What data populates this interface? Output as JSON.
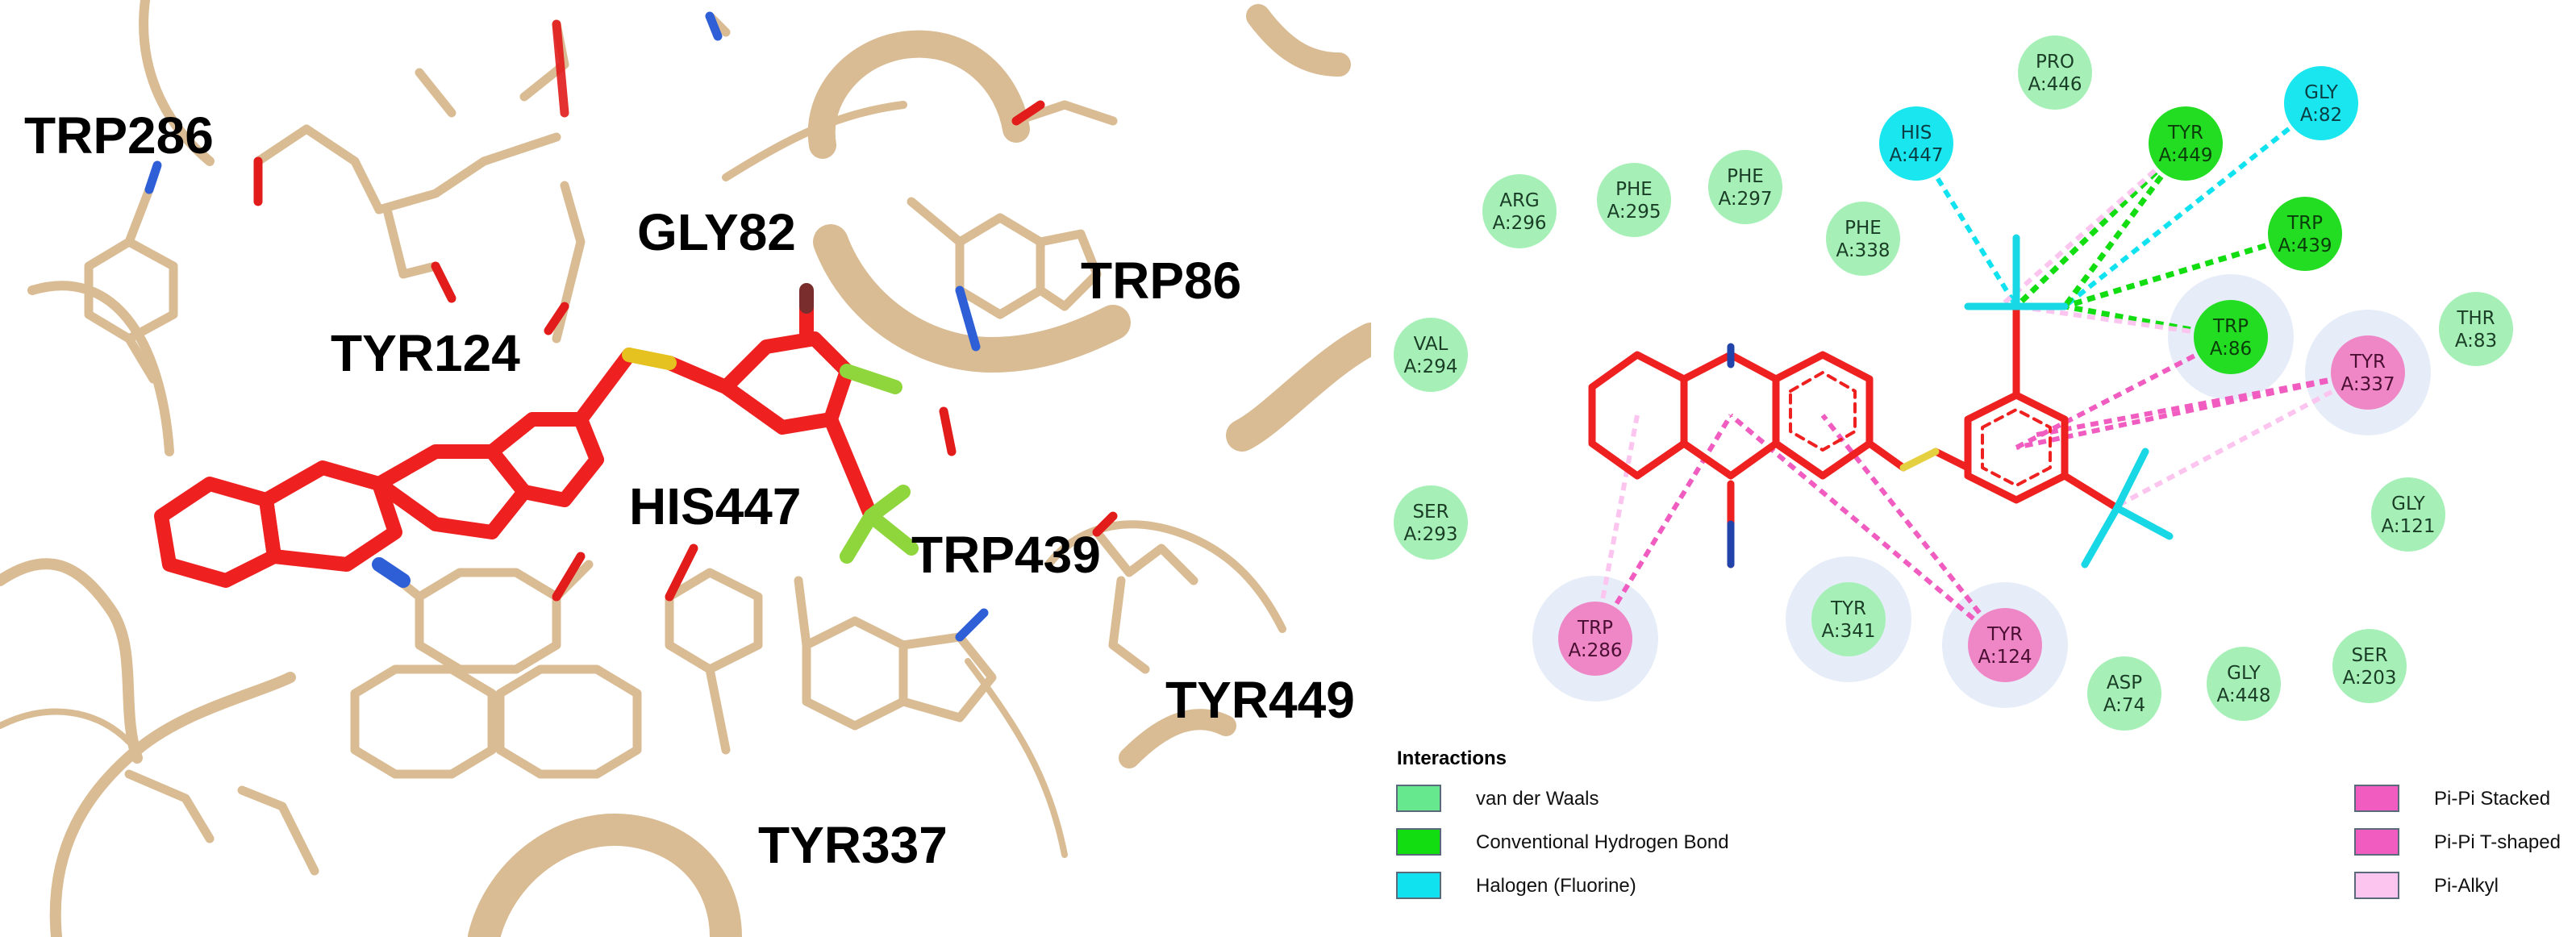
{
  "panel_3d": {
    "colors": {
      "protein": "#d9bc94",
      "ligand": "#ee2020",
      "nitrogen": "#2e5fd6",
      "oxygen": "#e21b1b",
      "sulfur": "#e5c21f",
      "fluorine": "#8fd63c",
      "label": "#000000"
    },
    "labels": [
      {
        "id": "trp286",
        "text": "TRP286"
      },
      {
        "id": "gly82",
        "text": "GLY82"
      },
      {
        "id": "trp86",
        "text": "TRP86"
      },
      {
        "id": "tyr124",
        "text": "TYR124"
      },
      {
        "id": "his447",
        "text": "HIS447"
      },
      {
        "id": "trp439",
        "text": "TRP439"
      },
      {
        "id": "tyr449",
        "text": "TYR449"
      },
      {
        "id": "tyr337",
        "text": "TYR337"
      }
    ]
  },
  "panel_2d": {
    "colors": {
      "van_der_waals": "#a6f0b8",
      "conventional_hbond": "#22dd22",
      "halogen": "#19e6ee",
      "pi_pi_stacked": "#ef87c6",
      "pi_pi_tshaped": "#ef87c6",
      "pi_alkyl": "#f7cde9",
      "ligand": "#ee2020",
      "nitrogen": "#2244aa",
      "sulfur": "#e5d040",
      "fluorine": "#19d8e6"
    },
    "residues": [
      {
        "id": "pro446",
        "name": "PRO",
        "chain": "A:446",
        "type": "van_der_waals"
      },
      {
        "id": "his447",
        "name": "HIS",
        "chain": "A:447",
        "type": "halogen"
      },
      {
        "id": "tyr449",
        "name": "TYR",
        "chain": "A:449",
        "type": "conventional_hbond"
      },
      {
        "id": "gly82",
        "name": "GLY",
        "chain": "A:82",
        "type": "halogen"
      },
      {
        "id": "arg296",
        "name": "ARG",
        "chain": "A:296",
        "type": "van_der_waals"
      },
      {
        "id": "phe295",
        "name": "PHE",
        "chain": "A:295",
        "type": "van_der_waals"
      },
      {
        "id": "phe297",
        "name": "PHE",
        "chain": "A:297",
        "type": "van_der_waals"
      },
      {
        "id": "phe338",
        "name": "PHE",
        "chain": "A:338",
        "type": "van_der_waals"
      },
      {
        "id": "trp439",
        "name": "TRP",
        "chain": "A:439",
        "type": "conventional_hbond"
      },
      {
        "id": "trp86",
        "name": "TRP",
        "chain": "A:86",
        "type": "conventional_hbond"
      },
      {
        "id": "thr83",
        "name": "THR",
        "chain": "A:83",
        "type": "van_der_waals"
      },
      {
        "id": "val294",
        "name": "VAL",
        "chain": "A:294",
        "type": "van_der_waals"
      },
      {
        "id": "tyr337",
        "name": "TYR",
        "chain": "A:337",
        "type": "pi_pi_tshaped"
      },
      {
        "id": "ser293",
        "name": "SER",
        "chain": "A:293",
        "type": "van_der_waals"
      },
      {
        "id": "gly121",
        "name": "GLY",
        "chain": "A:121",
        "type": "van_der_waals"
      },
      {
        "id": "trp286",
        "name": "TRP",
        "chain": "A:286",
        "type": "pi_pi_stacked"
      },
      {
        "id": "tyr341",
        "name": "TYR",
        "chain": "A:341",
        "type": "van_der_waals"
      },
      {
        "id": "tyr124",
        "name": "TYR",
        "chain": "A:124",
        "type": "pi_pi_stacked"
      },
      {
        "id": "asp74",
        "name": "ASP",
        "chain": "A:74",
        "type": "van_der_waals"
      },
      {
        "id": "gly448",
        "name": "GLY",
        "chain": "A:448",
        "type": "van_der_waals"
      },
      {
        "id": "ser203",
        "name": "SER",
        "chain": "A:203",
        "type": "van_der_waals"
      }
    ],
    "legend": {
      "title": "Interactions",
      "items": [
        {
          "id": "vdw",
          "label": "van der Waals",
          "color": "#66e88e"
        },
        {
          "id": "hbond",
          "label": "Conventional Hydrogen Bond",
          "color": "#11dd11"
        },
        {
          "id": "halogen",
          "label": "Halogen (Fluorine)",
          "color": "#10e3ef"
        },
        {
          "id": "pistacked",
          "label": "Pi-Pi Stacked",
          "color": "#f05cc0"
        },
        {
          "id": "pitshaped",
          "label": "Pi-Pi T-shaped",
          "color": "#f05cc0"
        },
        {
          "id": "pialkyl",
          "label": "Pi-Alkyl",
          "color": "#fcc5f0"
        }
      ]
    }
  }
}
